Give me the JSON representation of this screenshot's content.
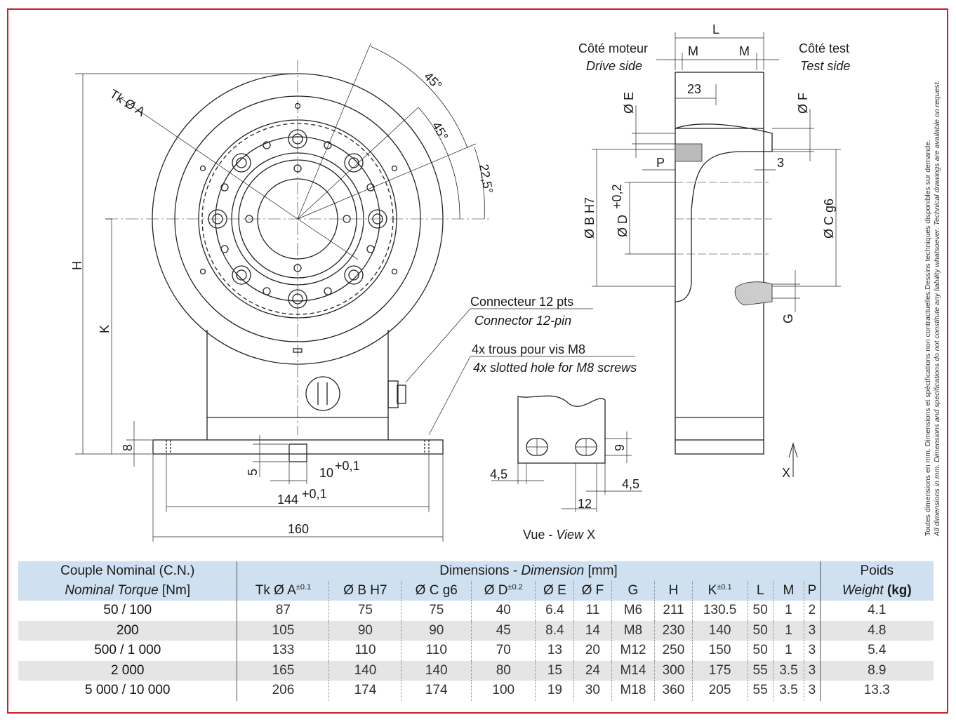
{
  "labels": {
    "tk_a": "Tk Ø A",
    "angle1": "45°",
    "angle2": "45°",
    "angle3": "22,5°",
    "h": "H",
    "k": "K",
    "dim8": "8",
    "dim5": "5",
    "dim10": "10",
    "dim10_tol": "+0,1",
    "dim144": "144",
    "dim144_tol": "+0,1",
    "dim160": "160",
    "connector_fr": "Connecteur 12 pts",
    "connector_en": "Connector 12-pin",
    "holes_fr": "4x trous pour vis M8",
    "holes_en": "4x slotted hole for M8 screws",
    "view_fr": "Vue - ",
    "view_en": "View",
    "view_x": " X",
    "d45a": "4,5",
    "d45b": "4,5",
    "d12": "12",
    "d9": "9",
    "l": "L",
    "m1": "M",
    "m2": "M",
    "motor_fr": "Côté moteur",
    "motor_en": "Drive side",
    "test_fr": "Côté test",
    "test_en": "Test side",
    "d23": "23",
    "e": "Ø E",
    "f": "Ø F",
    "p": "P",
    "d3": "3",
    "b": "Ø B H7",
    "d": "Ø D",
    "d_tol": "+0,2",
    "c": "Ø C g6",
    "g": "G",
    "x": "X"
  },
  "side_note": {
    "fr": "Toutes dimensions en mm. Dimensions et spécifications non contractuelles.Dessins techniques disponibles sur demande.",
    "en": "All dimensions in mm. Dimensions and specifications do not constitute any liability whatsoever. Technical drawings are available on request."
  },
  "table": {
    "torque_fr": "Couple Nominal (C.N.)",
    "torque_en": "Nominal Torque",
    "torque_unit": "[Nm]",
    "dim_fr": "Dimensions - ",
    "dim_en": "Dimension",
    "dim_unit": "[mm]",
    "weight_fr": "Poids",
    "weight_en": "Weight",
    "weight_unit": "(kg)",
    "cols": [
      "Tk Ø A",
      "Ø B H7",
      "Ø C g6",
      "Ø D",
      "Ø E",
      "Ø F",
      "G",
      "H",
      "K",
      "L",
      "M",
      "P"
    ],
    "col_sup": [
      "±0.1",
      "",
      "",
      "±0.2",
      "",
      "",
      "",
      "",
      "±0.1",
      "",
      "",
      ""
    ],
    "rows": [
      [
        "50 / 100",
        "87",
        "75",
        "75",
        "40",
        "6.4",
        "11",
        "M6",
        "211",
        "130.5",
        "50",
        "1",
        "2",
        "4.1"
      ],
      [
        "200",
        "105",
        "90",
        "90",
        "45",
        "8.4",
        "14",
        "M8",
        "230",
        "140",
        "50",
        "1",
        "3",
        "4.8"
      ],
      [
        "500 / 1 000",
        "133",
        "110",
        "110",
        "70",
        "13",
        "20",
        "M12",
        "250",
        "150",
        "50",
        "1",
        "3",
        "5.4"
      ],
      [
        "2 000",
        "165",
        "140",
        "140",
        "80",
        "15",
        "24",
        "M14",
        "300",
        "175",
        "55",
        "3.5",
        "3",
        "8.9"
      ],
      [
        "5 000 / 10 000",
        "206",
        "174",
        "174",
        "100",
        "19",
        "30",
        "M18",
        "360",
        "205",
        "55",
        "3.5",
        "3",
        "13.3"
      ]
    ]
  }
}
